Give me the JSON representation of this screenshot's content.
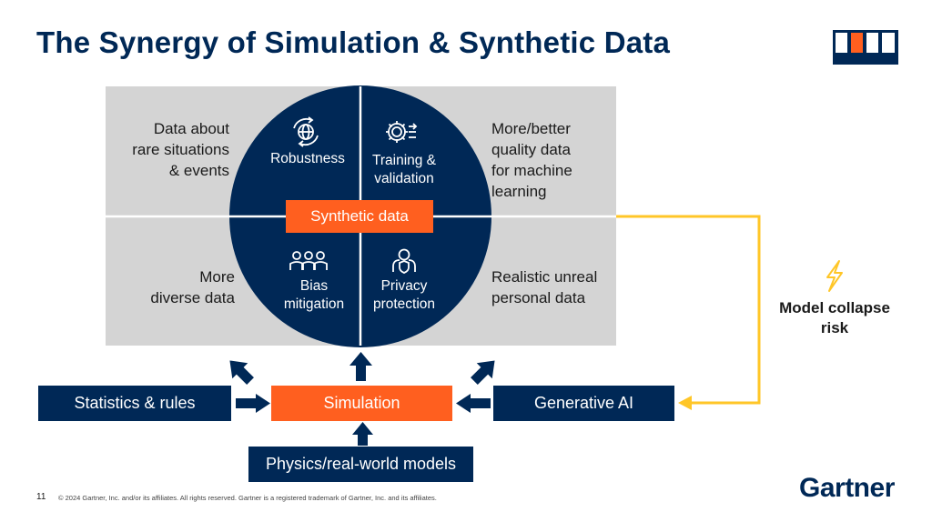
{
  "title": "The Synergy of Simulation & Synthetic Data",
  "quadrants": {
    "top_left_line1": "Data about",
    "top_left_line2": "rare situations",
    "top_left_line3": "& events",
    "top_right_line1": "More/better",
    "top_right_line2": "quality data",
    "top_right_line3": "for machine",
    "top_right_line4": "learning",
    "bottom_left_line1": "More",
    "bottom_left_line2": "diverse data",
    "bottom_right_line1": "Realistic unreal",
    "bottom_right_line2": "personal data"
  },
  "circle": {
    "robustness": "Robustness",
    "training_line1": "Training &",
    "training_line2": "validation",
    "bias_line1": "Bias",
    "bias_line2": "mitigation",
    "privacy_line1": "Privacy",
    "privacy_line2": "protection",
    "center": "Synthetic data"
  },
  "boxes": {
    "statistics": "Statistics & rules",
    "simulation": "Simulation",
    "generative": "Generative AI",
    "physics": "Physics/real-world models"
  },
  "model_collapse_line1": "Model collapse",
  "model_collapse_line2": "risk",
  "footer": {
    "page_number": "11",
    "copyright": "© 2024 Gartner, Inc. and/or its affiliates. All rights reserved. Gartner is a registered trademark of Gartner, Inc. and its affiliates.",
    "brand": "Gartner"
  },
  "colors": {
    "navy": "#002856",
    "orange": "#ff5f1f",
    "gray": "#d4d4d4",
    "yellow": "#ffc627"
  },
  "icons": [
    "globe-refresh-icon",
    "gear-arrows-icon",
    "group-people-icon",
    "person-shield-icon",
    "lightning-icon",
    "gartner-logo-mark"
  ]
}
